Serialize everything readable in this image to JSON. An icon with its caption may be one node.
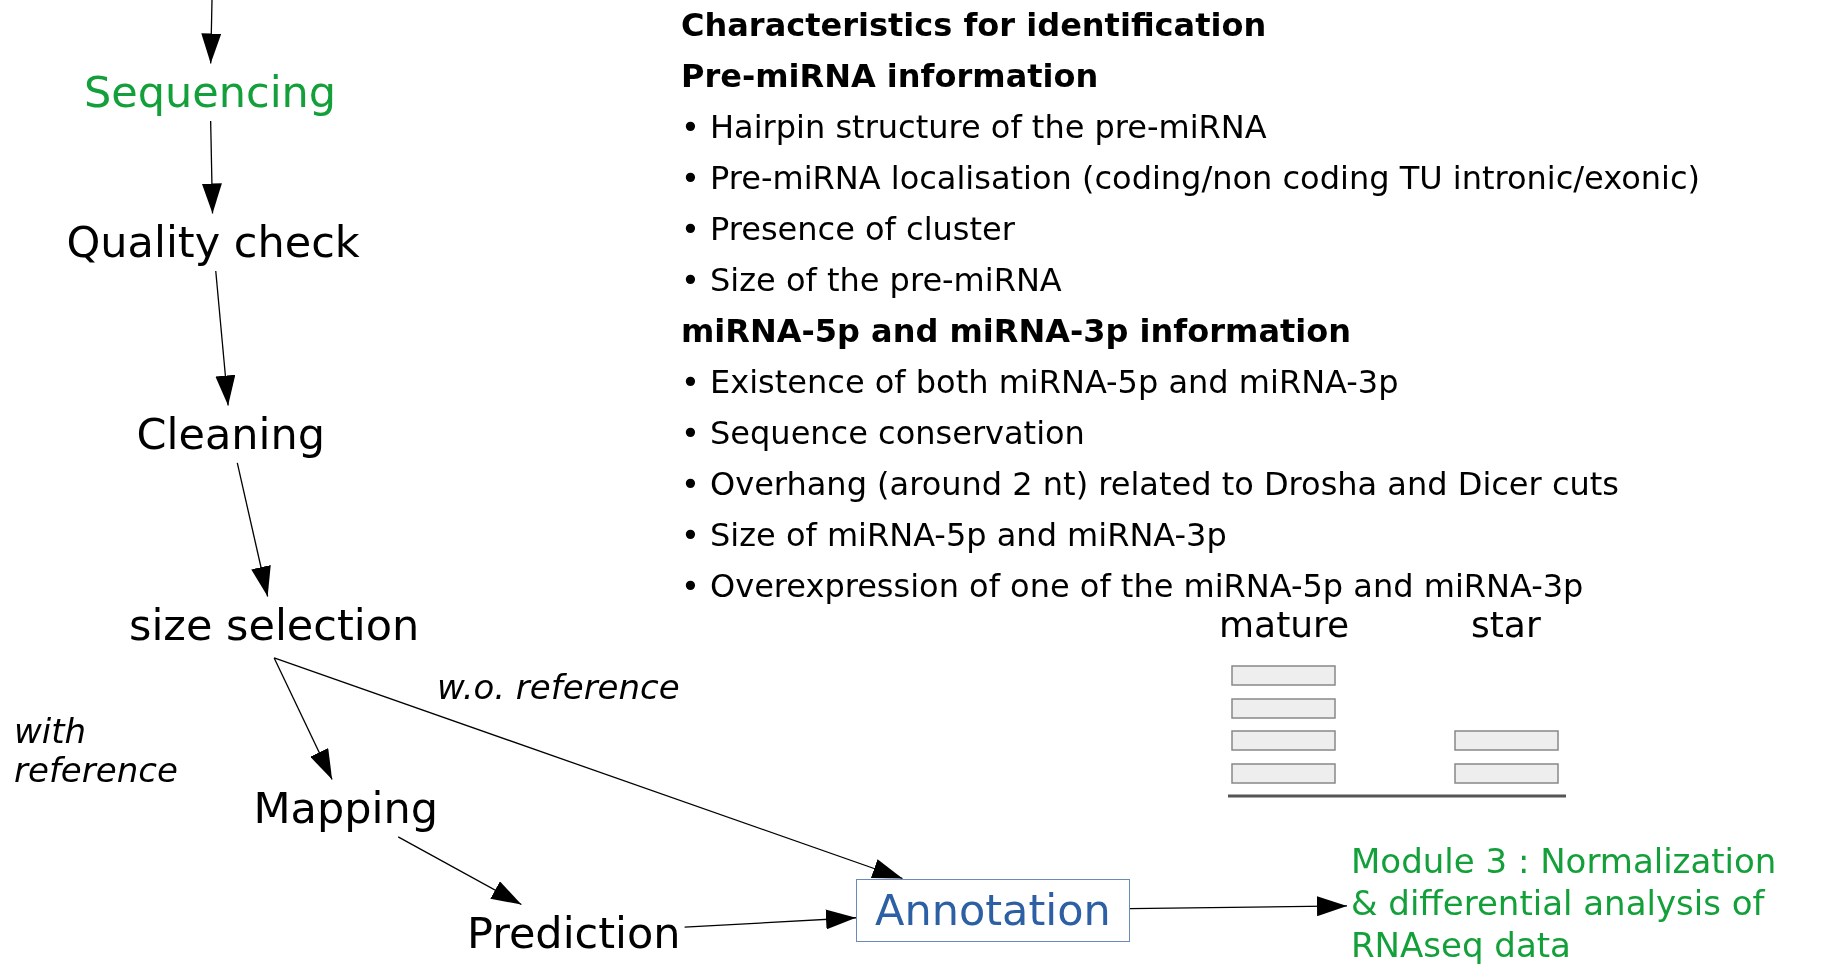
{
  "diagram": {
    "nodes": [
      {
        "text": [
          "Sequencing"
        ]
      },
      {
        "text": [
          "Quality check"
        ]
      },
      {
        "text": [
          "Cleaning"
        ]
      },
      {
        "text": [
          "size selection"
        ]
      },
      {
        "text": [
          "Mapping"
        ]
      },
      {
        "text": [
          "Prediction"
        ]
      },
      {
        "text": [
          "Annotation"
        ]
      },
      {
        "text": [
          "Module 3 : Normalization & differential analysis of RNAseq data"
        ]
      }
    ],
    "edges": [
      {
        "from": null,
        "to": 0,
        "arrow": "to"
      },
      {
        "from": 0,
        "to": 1,
        "arrow": "to"
      },
      {
        "from": 1,
        "to": 2,
        "arrow": "to"
      },
      {
        "from": 2,
        "to": 3,
        "arrow": "to"
      },
      {
        "from": 3,
        "to": 4,
        "arrow": "to",
        "label": "with reference"
      },
      {
        "from": 3,
        "to": 6,
        "arrow": "to",
        "label": "w.o. reference"
      },
      {
        "from": 4,
        "to": 5,
        "arrow": "to"
      },
      {
        "from": 5,
        "to": 6,
        "arrow": "to"
      },
      {
        "from": 6,
        "to": 7,
        "arrow": "to"
      }
    ],
    "labels": [
      "Characteristics for identification",
      "Pre-miRNA information",
      "• Hairpin structure of the pre-miRNA",
      "• Pre-miRNA localisation (coding/non coding TU intronic/exonic)",
      "• Presence of cluster",
      "• Size of the pre-miRNA",
      "miRNA-5p and miRNA-3p information",
      "• Existence of both miRNA-5p and miRNA-3p",
      "• Sequence conservation",
      "• Overhang (around 2 nt) related to Drosha and Dicer cuts",
      "• Size of miRNA-5p and miRNA-3p",
      "• Overexpression of one of the miRNA-5p and miRNA-3p",
      "mature",
      "star"
    ]
  }
}
